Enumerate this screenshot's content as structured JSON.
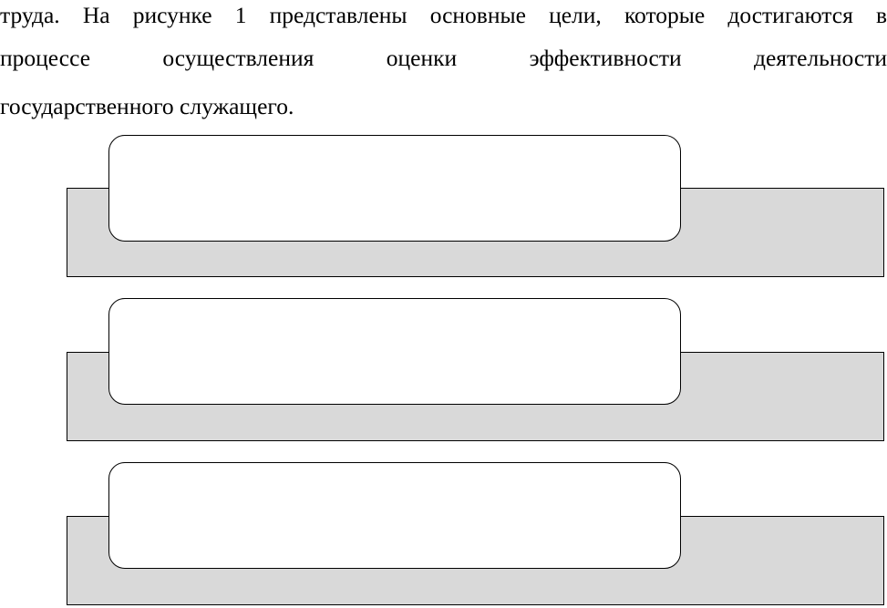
{
  "paragraph": {
    "line1": "труда. На рисунке 1 представлены основные цели, которые достигаются в",
    "line2": "процессе осуществления оценки эффективности деятельности",
    "line3": "государственного служащего."
  },
  "figure": {
    "blocks": [
      {
        "label": ""
      },
      {
        "label": ""
      },
      {
        "label": ""
      }
    ],
    "colors": {
      "bar_fill": "#d9d9d9",
      "box_fill": "#ffffff",
      "stroke": "#000000"
    }
  }
}
